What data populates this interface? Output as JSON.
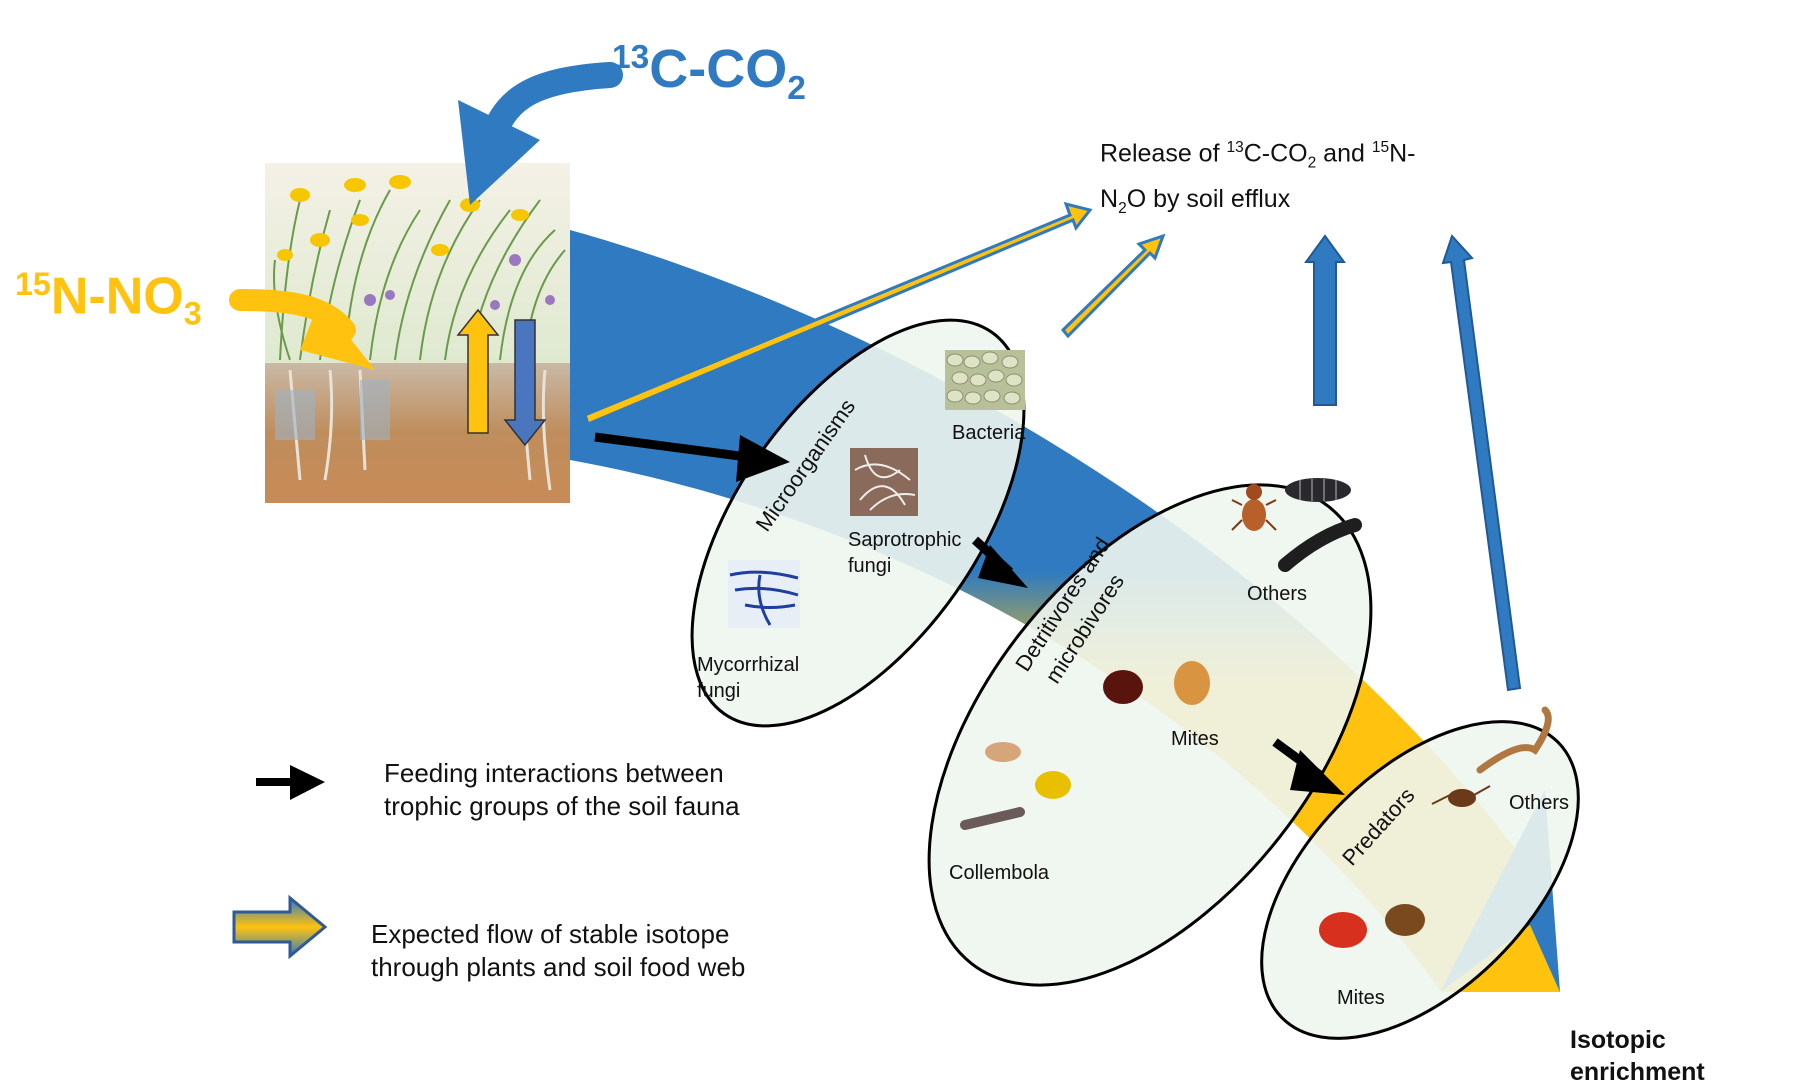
{
  "inputs": {
    "carbon": {
      "sup": "13",
      "main": "C-CO",
      "sub": "2"
    },
    "nitrogen": {
      "sup": "15",
      "main": "N-NO",
      "sub": "3"
    }
  },
  "release": {
    "line1_pre": "Release of ",
    "sup13": "13",
    "line1_mid": "C-CO",
    "sub2": "2",
    "line1_post": " and ",
    "sup15": "15",
    "line1_end": "N-",
    "line2_pre": "N",
    "sub2b": "2",
    "line2_post": "O by soil efflux"
  },
  "groups": {
    "microorganisms": {
      "title": "Microorganisms",
      "members": [
        "Bacteria",
        "Saprotrophic fungi",
        "Mycorrhizal fungi"
      ]
    },
    "detritivores": {
      "title_line1": "Detritivores and",
      "title_line2": "microbivores",
      "members": [
        "Others",
        "Mites",
        "Collembola"
      ]
    },
    "predators": {
      "title": "Predators",
      "members": [
        "Others",
        "Mites"
      ]
    }
  },
  "enrichment": {
    "line1": "Isotopic",
    "line2": "enrichment"
  },
  "legend": {
    "feeding": "Feeding interactions between trophic groups of the soil fauna",
    "flow": "Expected flow of stable isotope through plants and soil food web"
  },
  "colors": {
    "blue": "#2f7ac0",
    "yellow": "#ffc20e",
    "ellipse_fill": "#eef5ee",
    "black": "#000000"
  },
  "icons": [
    "plant-soil-illustration",
    "bacteria-image",
    "saprotrophic-fungi-image",
    "mycorrhizal-fungi-image",
    "beetle-icon",
    "woodlouse-icon",
    "millipede-icon",
    "mite-icon",
    "collembola-icon",
    "worm-icon",
    "pseudoscorpion-icon"
  ]
}
